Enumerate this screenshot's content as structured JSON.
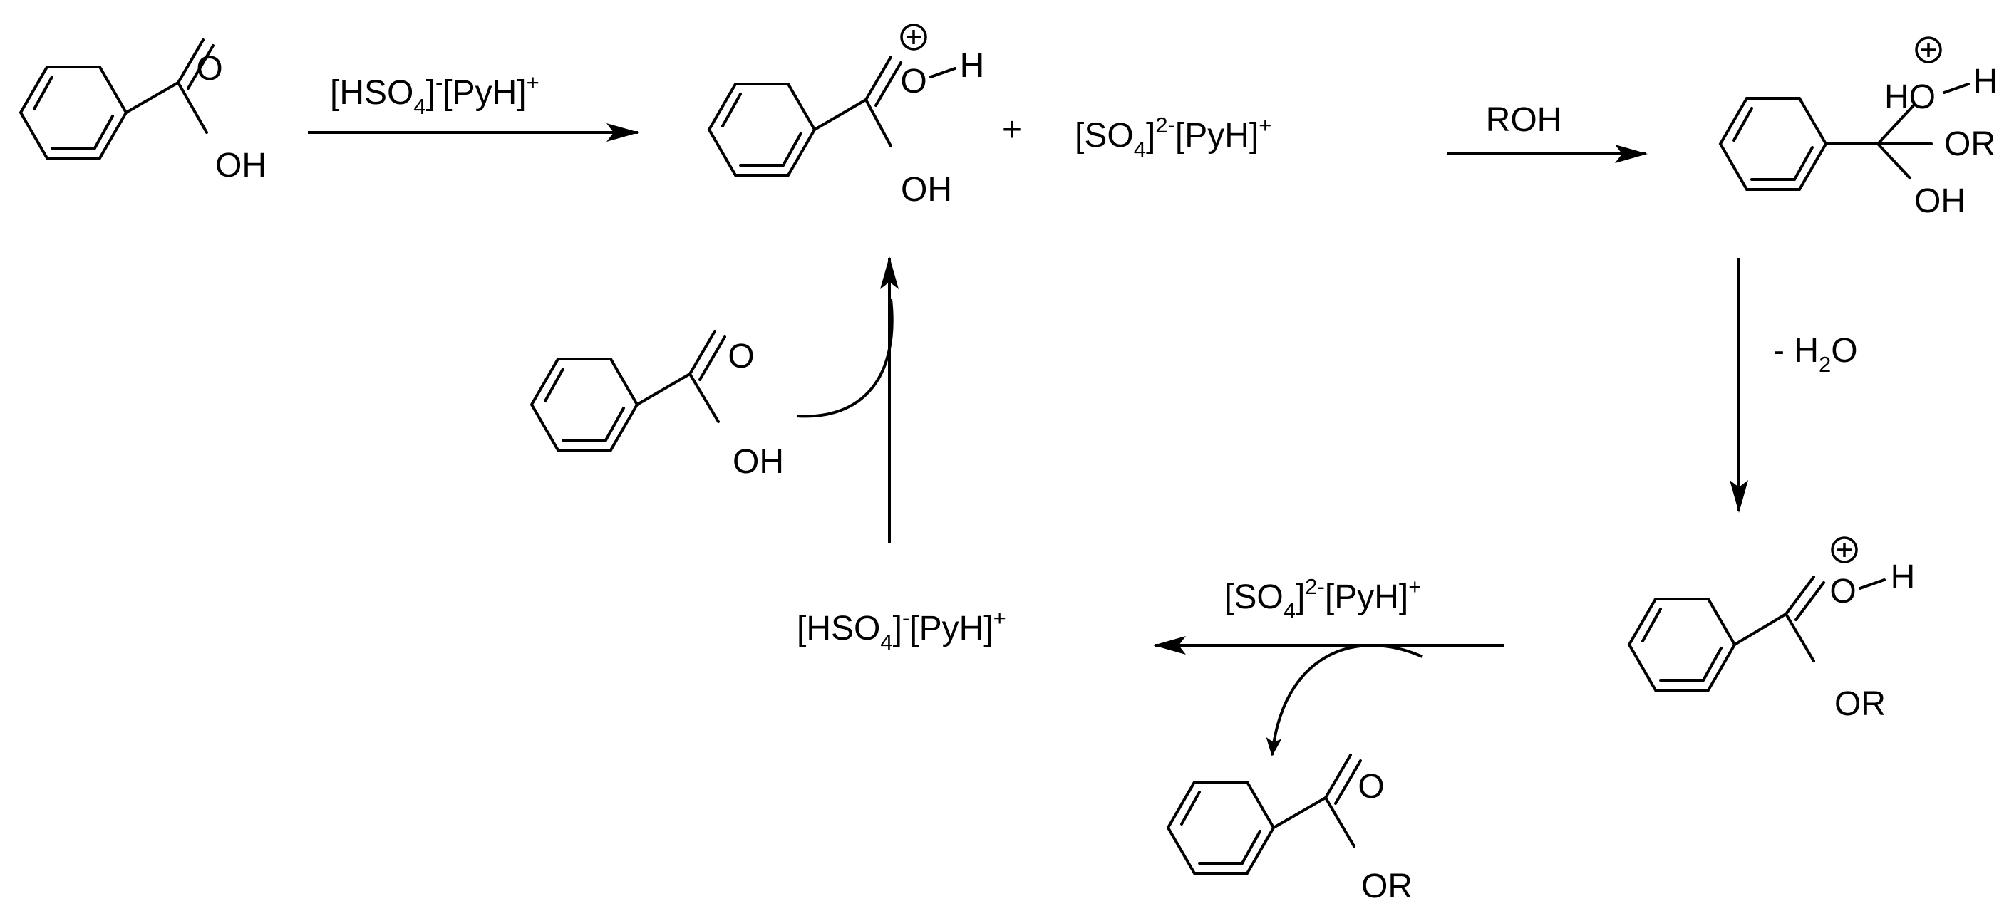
{
  "atoms": {
    "O": "O",
    "OH": "OH",
    "OR": "OR",
    "H": "H",
    "HO": "HO"
  },
  "charges": {
    "plus": "+",
    "minus": "-",
    "two_minus": "2-"
  },
  "reagents": {
    "hso4_pyh": {
      "open": "[HSO",
      "sub": "4",
      "mid": "]",
      "sup1": "-",
      "tail": "[PyH]",
      "sup2": "+"
    },
    "so4_pyh": {
      "open": "[SO",
      "sub": "4",
      "mid": "]",
      "sup1": "2-",
      "tail": "[PyH]",
      "sup2": "+"
    },
    "roh": "ROH",
    "minus_water": {
      "pre": "- H",
      "sub": "2",
      "post": "O"
    },
    "plus_sign": "+"
  }
}
